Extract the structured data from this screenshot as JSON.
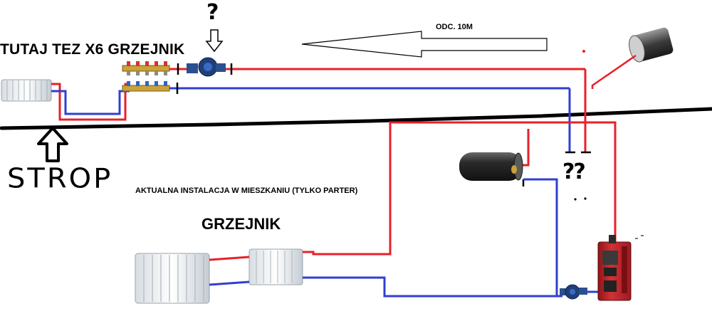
{
  "labels": {
    "upper_floor_note": "TUTAJ TEZ X6 GRZEJNIK",
    "distance": "ODC. 10M",
    "current_installation": "AKTUALNA INSTALACJA W MIESZKANIU (TYLKO PARTER)",
    "radiator": "GRZEJNIK",
    "ceiling": "STROP",
    "question_pump": "?",
    "question_pipes": "??"
  },
  "colors": {
    "supply_pipe": "#e8202a",
    "return_pipe": "#2f3fd0",
    "ceiling_line": "#000000",
    "boiler_body": "#c8262c",
    "tank_body": "#2b2b2b"
  },
  "icons": [
    "radiator-icon",
    "manifold-icon",
    "circulation-pump-icon",
    "hot-water-tank-icon",
    "boiler-icon",
    "arrow-up-icon",
    "arrow-down-icon",
    "arrow-left-icon"
  ]
}
